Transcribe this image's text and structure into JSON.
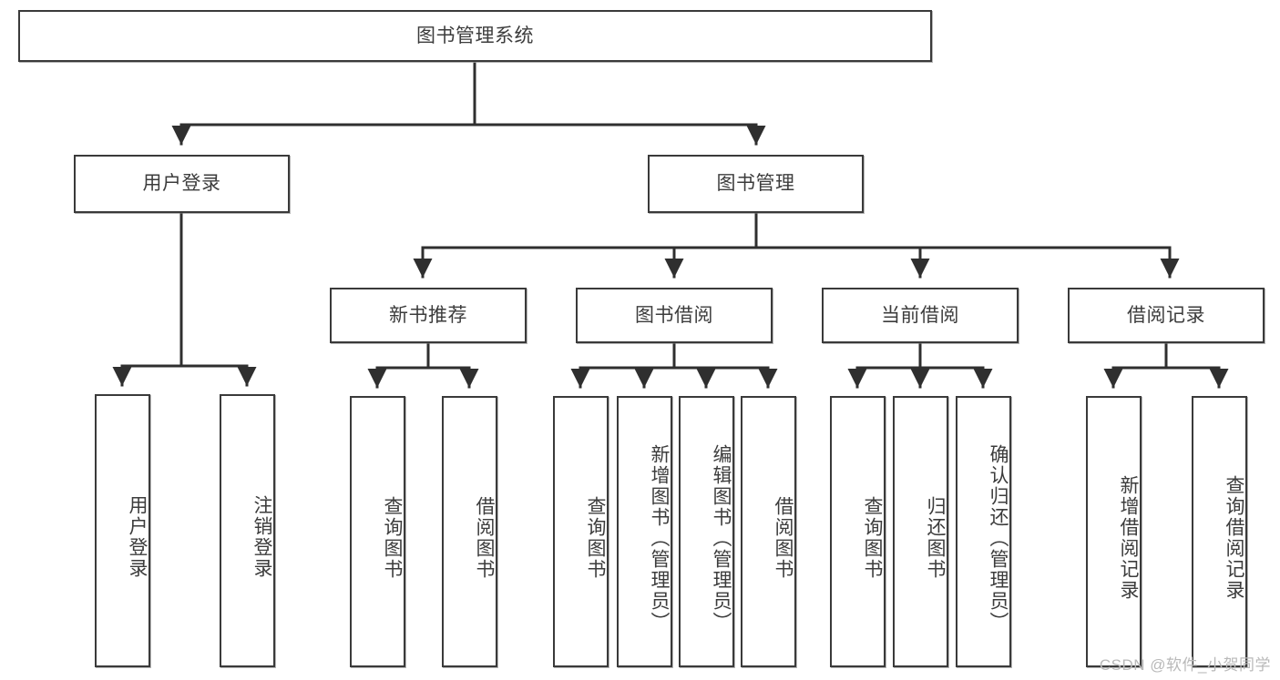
{
  "diagram": {
    "type": "tree-hierarchy",
    "title": "图书管理系统",
    "watermark": "CSDN @软件_小贺同学",
    "colors": {
      "node_border": "#3a3a3a",
      "node_fill": "#ffffff",
      "connector": "#2f2f2f",
      "text": "#3c3c3c",
      "watermark": "#b9b9b9"
    },
    "levels": {
      "level1": [
        {
          "id": "root",
          "label": "图书管理系统",
          "orientation": "horizontal"
        }
      ],
      "level2": [
        {
          "id": "user-login",
          "label": "用户登录",
          "orientation": "horizontal"
        },
        {
          "id": "book-manage",
          "label": "图书管理",
          "orientation": "horizontal"
        }
      ],
      "level3": [
        {
          "id": "new-book-rec",
          "label": "新书推荐",
          "orientation": "horizontal",
          "parent": "book-manage"
        },
        {
          "id": "book-borrow",
          "label": "图书借阅",
          "orientation": "horizontal",
          "parent": "book-manage"
        },
        {
          "id": "current-borrow",
          "label": "当前借阅",
          "orientation": "horizontal",
          "parent": "book-manage"
        },
        {
          "id": "borrow-record",
          "label": "借阅记录",
          "orientation": "horizontal",
          "parent": "book-manage"
        }
      ],
      "level4": [
        {
          "id": "leaf-user-login",
          "label": "用户登录",
          "orientation": "vertical",
          "parent": "user-login"
        },
        {
          "id": "leaf-logout",
          "label": "注销登录",
          "orientation": "vertical",
          "parent": "user-login"
        },
        {
          "id": "leaf-query-book-1",
          "label": "查询图书",
          "orientation": "vertical",
          "parent": "new-book-rec"
        },
        {
          "id": "leaf-borrow-book-1",
          "label": "借阅图书",
          "orientation": "vertical",
          "parent": "new-book-rec"
        },
        {
          "id": "leaf-query-book-2",
          "label": "查询图书",
          "orientation": "vertical",
          "parent": "book-borrow"
        },
        {
          "id": "leaf-add-book",
          "label": "新增图书（管理员）",
          "orientation": "vertical",
          "parent": "book-borrow"
        },
        {
          "id": "leaf-edit-book",
          "label": "编辑图书（管理员）",
          "orientation": "vertical",
          "parent": "book-borrow"
        },
        {
          "id": "leaf-borrow-book-2",
          "label": "借阅图书",
          "orientation": "vertical",
          "parent": "book-borrow"
        },
        {
          "id": "leaf-query-book-3",
          "label": "查询图书",
          "orientation": "vertical",
          "parent": "current-borrow"
        },
        {
          "id": "leaf-return-book",
          "label": "归还图书",
          "orientation": "vertical",
          "parent": "current-borrow"
        },
        {
          "id": "leaf-confirm-return",
          "label": "确认归还（管理员）",
          "orientation": "vertical",
          "parent": "current-borrow"
        },
        {
          "id": "leaf-add-record",
          "label": "新增借阅记录",
          "orientation": "vertical",
          "parent": "borrow-record"
        },
        {
          "id": "leaf-query-record",
          "label": "查询借阅记录",
          "orientation": "vertical",
          "parent": "borrow-record"
        }
      ]
    }
  }
}
